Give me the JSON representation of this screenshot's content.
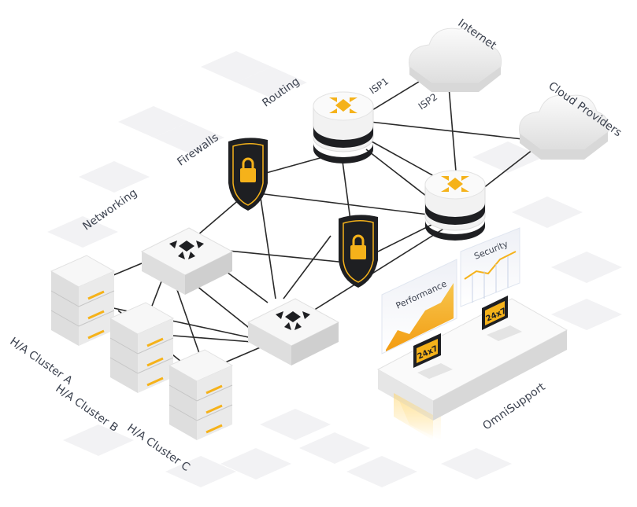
{
  "labels": {
    "internet": "Internet",
    "cloud_providers": "Cloud Providers",
    "routing": "Routing",
    "firewalls": "Firewalls",
    "networking": "Networking",
    "isp1": "ISP1",
    "isp2": "ISP2",
    "cluster_a": "H/A Cluster A",
    "cluster_b": "H/A Cluster B",
    "cluster_c": "H/A Cluster C",
    "omnisupport": "OmniSupport",
    "performance": "Performance",
    "security": "Security",
    "badge_1": "24x7",
    "badge_2": "24x7"
  },
  "colors": {
    "accent_yellow": "#f5b21a",
    "dark": "#1e1f22",
    "line": "#2a2a2a",
    "device_top": "#f4f4f4",
    "device_side": "#d9d9d9",
    "floor_tile": "#f1f1f3"
  },
  "icons": [
    "cloud-icon",
    "router-icon",
    "firewall-lock-icon",
    "switch-arrows-icon",
    "server-stack-icon",
    "monitor-icon"
  ]
}
